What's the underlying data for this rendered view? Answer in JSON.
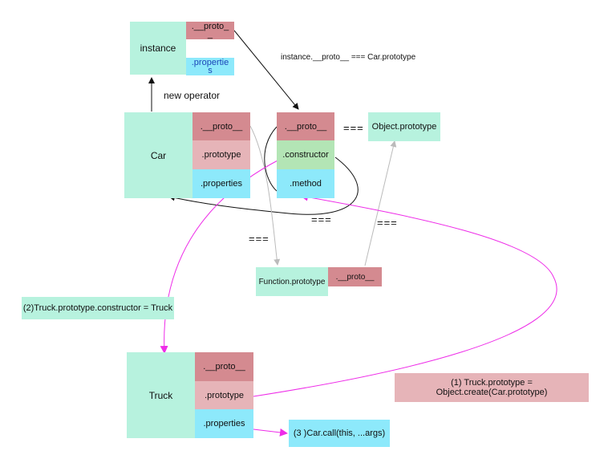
{
  "instance": {
    "title": "instance",
    "proto": ".__proto_\n_",
    "properties": ".propertie\ns"
  },
  "car": {
    "title": "Car",
    "proto": ".__proto__",
    "prototype": ".prototype",
    "properties": ".properties"
  },
  "car_proto": {
    "proto": ".__proto__",
    "constructor": ".constructor",
    "method": ".method"
  },
  "object_prototype": "Object.prototype",
  "function_prototype": {
    "title": "Function.prototype",
    "proto": ".__proto__"
  },
  "truck": {
    "title": "Truck",
    "proto": ".__proto__",
    "prototype": ".prototype",
    "properties": ".properties"
  },
  "labels": {
    "new_operator": "new operator",
    "instance_eq": "instance.__proto__ === Car.prototype",
    "triple_eq": "==="
  },
  "notes": {
    "step1": "(1) Truck.prototype = Object.create(Car.prototype)",
    "step2": "(2)Truck.prototype.constructor = Truck",
    "step3": "(3 )Car.call(this, ...args)"
  },
  "colors": {
    "mint": "#b7f2de",
    "rose": "#d48a90",
    "pink": "#e6b4b8",
    "cyan": "#8de9fb",
    "green": "#b3e5b5",
    "magenta": "#ee2ce8"
  }
}
